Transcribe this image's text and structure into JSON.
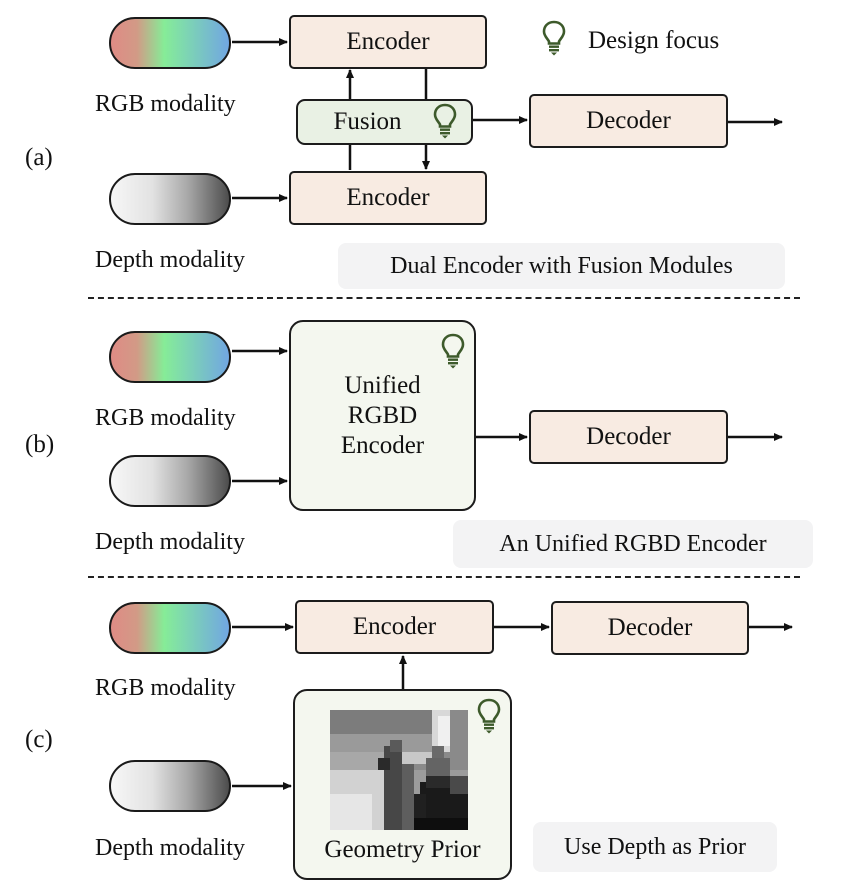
{
  "legend": {
    "icon": "lightbulb-icon",
    "label": "Design focus",
    "icon_color": "#3d5a2b"
  },
  "colors": {
    "encoder_fill": "#f8ebe2",
    "fusion_fill": "#e9f1e4",
    "unified_fill": "#f4f7ef",
    "caption_bg": "#f3f3f4",
    "bulb": "#3d5a2b"
  },
  "panels": [
    {
      "id": "a",
      "panel_label": "(a)",
      "inputs": [
        "RGB modality",
        "Depth modality"
      ],
      "blocks": {
        "encoder_top": "Encoder",
        "fusion": "Fusion",
        "encoder_bottom": "Encoder",
        "decoder": "Decoder"
      },
      "caption": "Dual Encoder with Fusion Modules"
    },
    {
      "id": "b",
      "panel_label": "(b)",
      "inputs": [
        "RGB modality",
        "Depth modality"
      ],
      "blocks": {
        "unified_line1": "Unified",
        "unified_line2": "RGBD",
        "unified_line3": "Encoder",
        "decoder": "Decoder"
      },
      "caption": "An Unified RGBD Encoder"
    },
    {
      "id": "c",
      "panel_label": "(c)",
      "inputs": [
        "RGB modality",
        "Depth modality"
      ],
      "blocks": {
        "encoder": "Encoder",
        "decoder": "Decoder",
        "prior": "Geometry Prior"
      },
      "caption": "Use Depth as Prior"
    }
  ]
}
